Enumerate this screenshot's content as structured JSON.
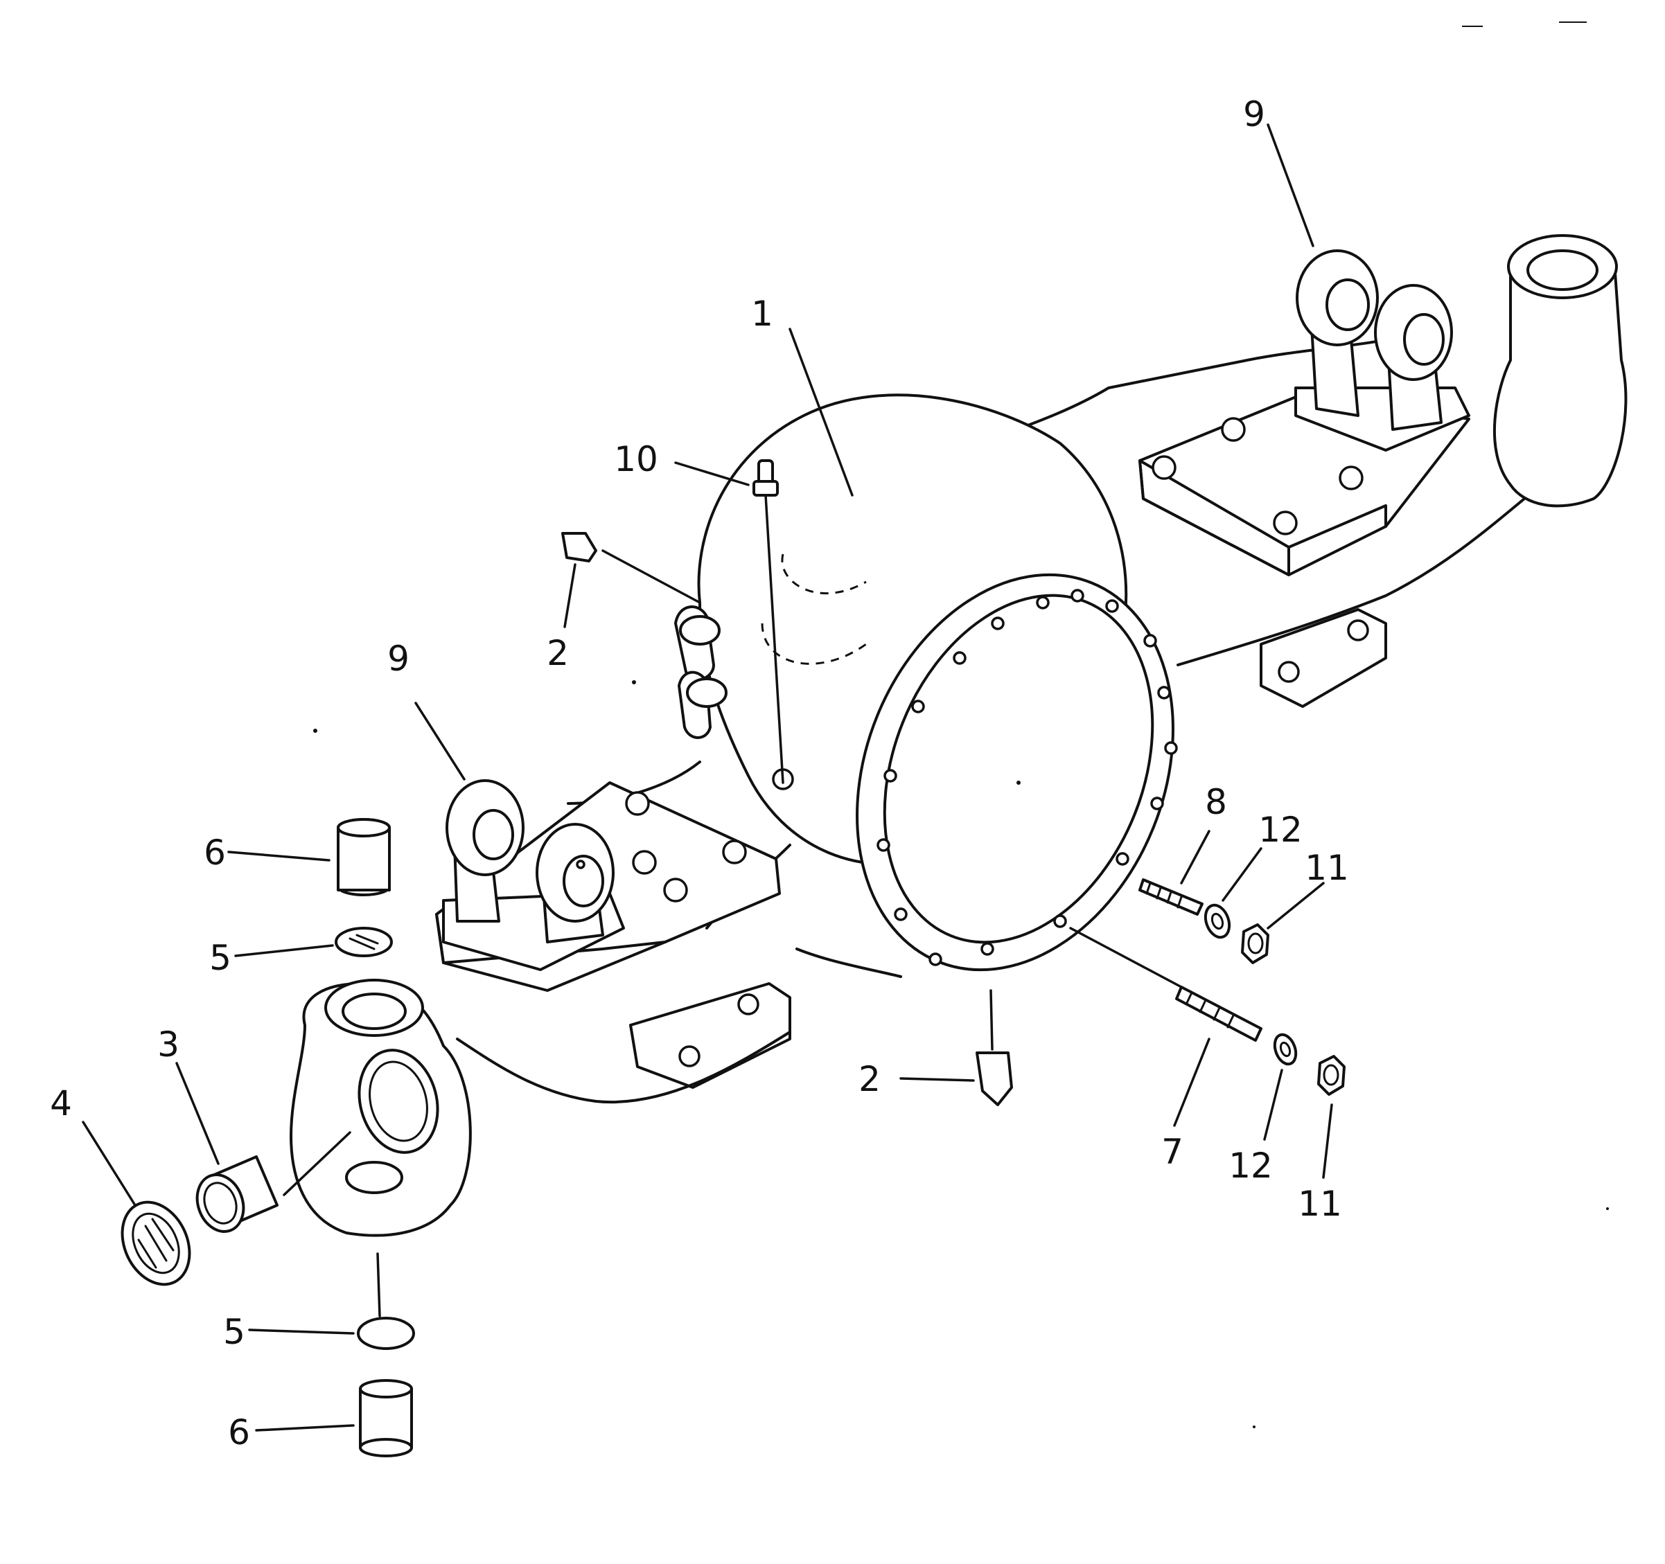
{
  "diagram": {
    "callouts": [
      {
        "id": "c1",
        "text": "1"
      },
      {
        "id": "c2a",
        "text": "2"
      },
      {
        "id": "c2b",
        "text": "2"
      },
      {
        "id": "c3",
        "text": "3"
      },
      {
        "id": "c4",
        "text": "4"
      },
      {
        "id": "c5a",
        "text": "5"
      },
      {
        "id": "c5b",
        "text": "5"
      },
      {
        "id": "c6a",
        "text": "6"
      },
      {
        "id": "c6b",
        "text": "6"
      },
      {
        "id": "c7",
        "text": "7"
      },
      {
        "id": "c8",
        "text": "8"
      },
      {
        "id": "c9a",
        "text": "9"
      },
      {
        "id": "c9b",
        "text": "9"
      },
      {
        "id": "c10",
        "text": "10"
      },
      {
        "id": "c11a",
        "text": "11"
      },
      {
        "id": "c11b",
        "text": "11"
      },
      {
        "id": "c12a",
        "text": "12"
      },
      {
        "id": "c12b",
        "text": "12"
      }
    ]
  }
}
